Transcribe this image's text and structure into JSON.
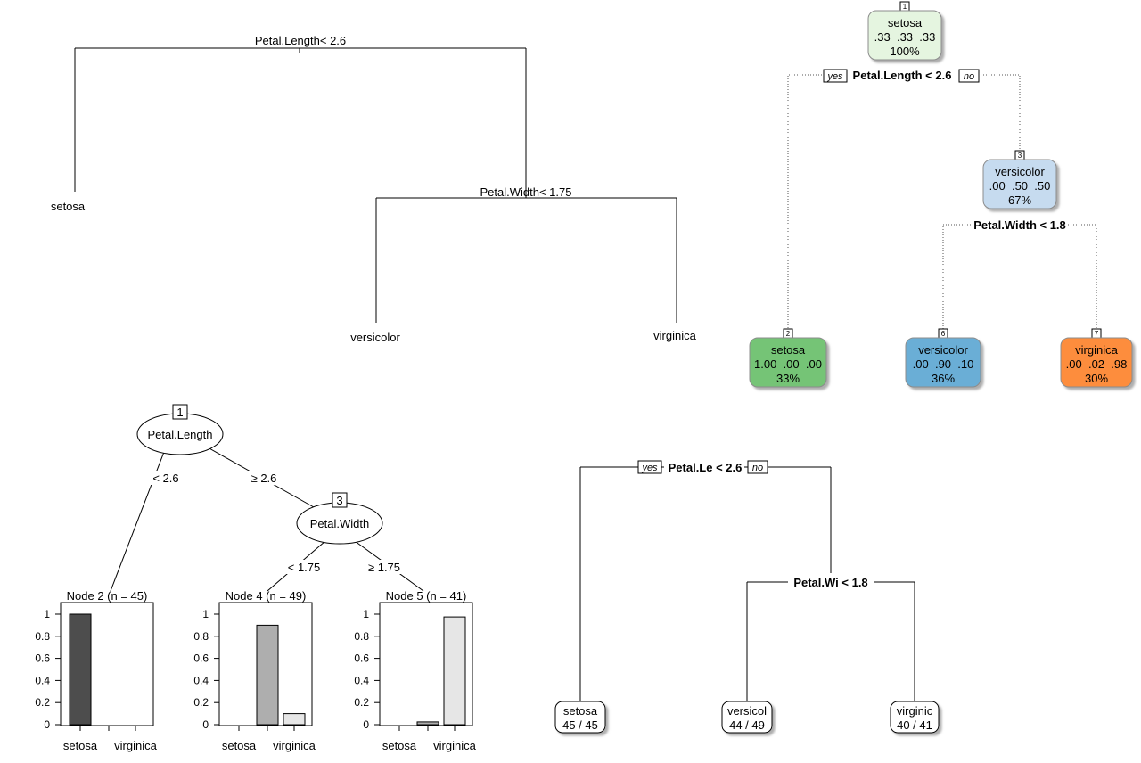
{
  "tree1": {
    "root_split": "Petal.Length< 2.6",
    "inner_split": "Petal.Width< 1.75",
    "leaves": [
      "setosa",
      "versicolor",
      "virginica"
    ]
  },
  "tree2": {
    "nodes": [
      {
        "num": "1",
        "cls": "setosa",
        "probs": ".33  .33  .33",
        "pct": "100%",
        "fill": "#e5f5e0"
      },
      {
        "num": "3",
        "cls": "versicolor",
        "probs": ".00  .50  .50",
        "pct": "67%",
        "fill": "#c6dbef"
      },
      {
        "num": "2",
        "cls": "setosa",
        "probs": "1.00  .00  .00",
        "pct": "33%",
        "fill": "#74c476"
      },
      {
        "num": "6",
        "cls": "versicolor",
        "probs": ".00  .90  .10",
        "pct": "36%",
        "fill": "#6baed6"
      },
      {
        "num": "7",
        "cls": "virginica",
        "probs": ".00  .02  .98",
        "pct": "30%",
        "fill": "#fd8d3c"
      }
    ],
    "split1": "Petal.Length < 2.6",
    "split2": "Petal.Width < 1.8",
    "yes": "yes",
    "no": "no"
  },
  "tree3": {
    "node1": {
      "num": "1",
      "label": "Petal.Length"
    },
    "node3": {
      "num": "3",
      "label": "Petal.Width"
    },
    "edges": [
      "< 2.6",
      "≥ 2.6",
      "< 1.75",
      "≥ 1.75"
    ],
    "terminals": [
      {
        "title": "Node 2 (n = 45)",
        "values": [
          1.0,
          0.0,
          0.0
        ]
      },
      {
        "title": "Node 4 (n = 49)",
        "values": [
          0.0,
          0.9,
          0.1
        ]
      },
      {
        "title": "Node 5 (n = 41)",
        "values": [
          0.0,
          0.025,
          0.975
        ]
      }
    ],
    "bar_colors": [
      "#4d4d4d",
      "#aeaeae",
      "#e6e6e6"
    ],
    "yticks": [
      "0",
      "0.2",
      "0.4",
      "0.6",
      "0.8",
      "1"
    ],
    "xlabels": [
      "setosa",
      "virginica"
    ]
  },
  "tree4": {
    "split1": "Petal.Le < 2.6",
    "split2": "Petal.Wi < 1.8",
    "yes": "yes",
    "no": "no",
    "leaves": [
      {
        "cls": "setosa",
        "count": "45 / 45"
      },
      {
        "cls": "versicol",
        "count": "44 / 49"
      },
      {
        "cls": "virginic",
        "count": "40 / 41"
      }
    ]
  }
}
